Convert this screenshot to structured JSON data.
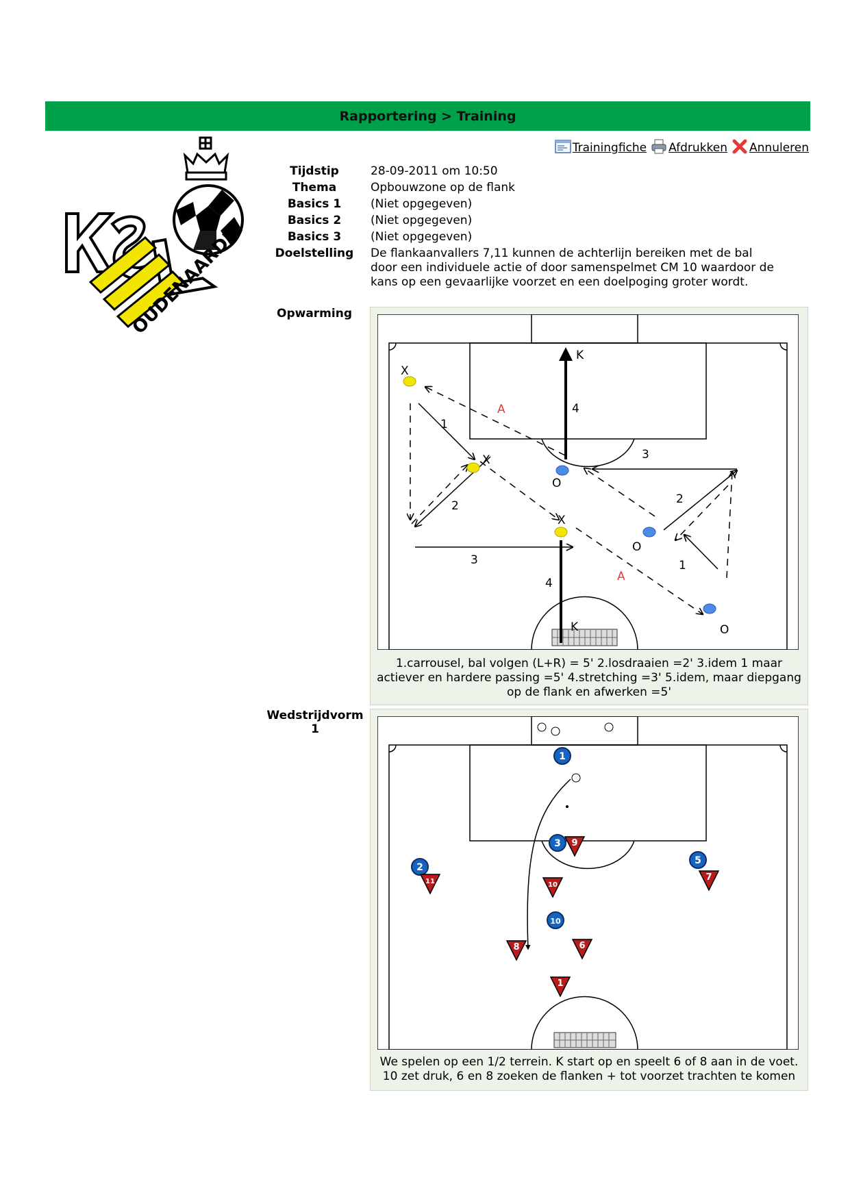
{
  "header": {
    "title": "Rapportering > Training"
  },
  "actions": [
    {
      "label": "Trainingfiche",
      "icon": "document-icon"
    },
    {
      "label": "Afdrukken",
      "icon": "printer-icon"
    },
    {
      "label": "Annuleren",
      "icon": "close-icon"
    }
  ],
  "logo": {
    "text": "KSV OUDENAARDE",
    "colors": {
      "stripes": "#f2e600",
      "outline": "#000000"
    }
  },
  "details": [
    {
      "label": "Tijdstip",
      "value": "28-09-2011 om 10:50"
    },
    {
      "label": "Thema",
      "value": "Opbouwzone op de flank"
    },
    {
      "label": "Basics 1",
      "value": "(Niet opgegeven)"
    },
    {
      "label": "Basics 2",
      "value": "(Niet opgegeven)"
    },
    {
      "label": "Basics 3",
      "value": "(Niet opgegeven)"
    },
    {
      "label": "Doelstelling",
      "value": "De flankaanvallers 7,11 kunnen de achterlijn bereiken met de bal door een individuele actie of door samenspelmet CM 10 waardoor de kans op een gevaarlijke voorzet en een doelpoging groter wordt."
    }
  ],
  "opwarming": {
    "label": "Opwarming",
    "caption": "1.carrousel, bal volgen (L+R) = 5' 2.losdraaien =2' 3.idem 1 maar actiever en hardere passing =5' 4.stretching =3' 5.idem, maar diepgang op de flank en afwerken =5'",
    "marks": {
      "x": "X",
      "o": "O",
      "k": "K",
      "a": "A",
      "n1": "1",
      "n2": "2",
      "n3": "3",
      "n4": "4"
    }
  },
  "wedstrijdvorm": {
    "label": "Wedstrijdvorm 1",
    "caption": "We spelen op een 1/2 terrein. K start op en speelt 6 of 8 aan in de voet. 10 zet druk, 6 en 8 zoeken de flanken + tot voorzet trachten te komen",
    "blue_players": [
      "1",
      "3",
      "2",
      "5",
      "10"
    ],
    "red_players": [
      "9",
      "11",
      "10",
      "7",
      "8",
      "6",
      "1"
    ],
    "colors": {
      "blue": "#1565c0",
      "red": "#b71c1c"
    }
  }
}
